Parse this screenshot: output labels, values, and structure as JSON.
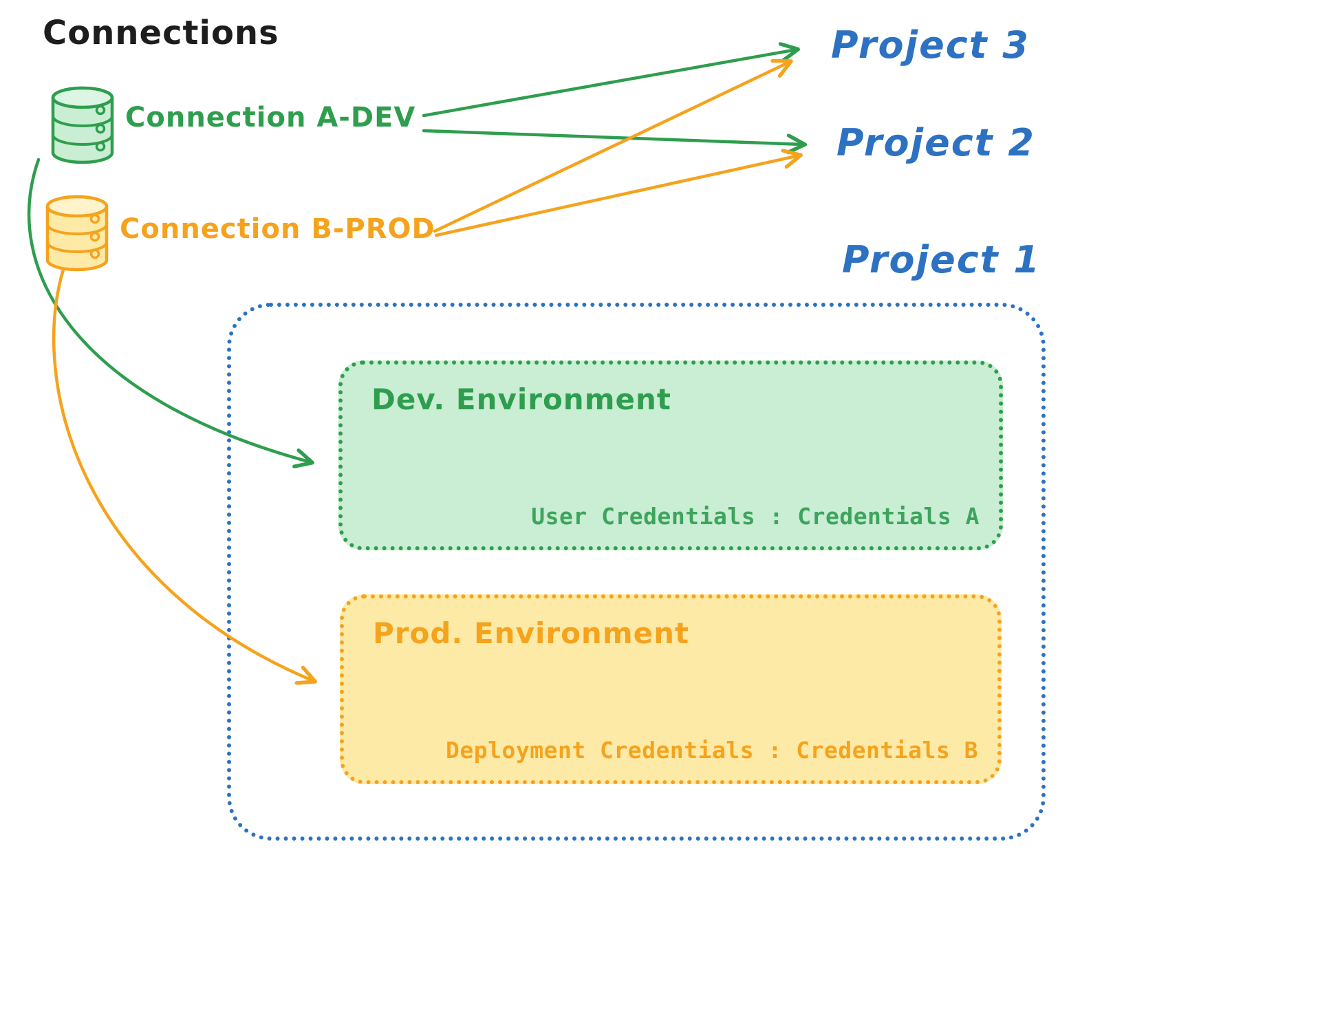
{
  "title": "Connections",
  "connections": [
    {
      "id": "a-dev",
      "label": "Connection A-DEV",
      "color": "#2e9e4e",
      "icon": "database-icon"
    },
    {
      "id": "b-prod",
      "label": "Connection B-PROD",
      "color": "#f5a31d",
      "icon": "database-icon"
    }
  ],
  "projects": [
    {
      "label": "Project 3"
    },
    {
      "label": "Project 2"
    },
    {
      "label": "Project 1"
    }
  ],
  "project1": {
    "dev_environment": {
      "title": "Dev. Environment",
      "credentials_label": "User Credentials : Credentials A"
    },
    "prod_environment": {
      "title": "Prod. Environment",
      "credentials_label": "Deployment Credentials : Credentials B"
    }
  },
  "colors": {
    "green": "#2e9e4e",
    "green_fill": "#c9eed3",
    "orange": "#f5a31d",
    "orange_fill": "#fdeaa7",
    "blue": "#2d72c2",
    "title_black": "#1d1d1d"
  }
}
